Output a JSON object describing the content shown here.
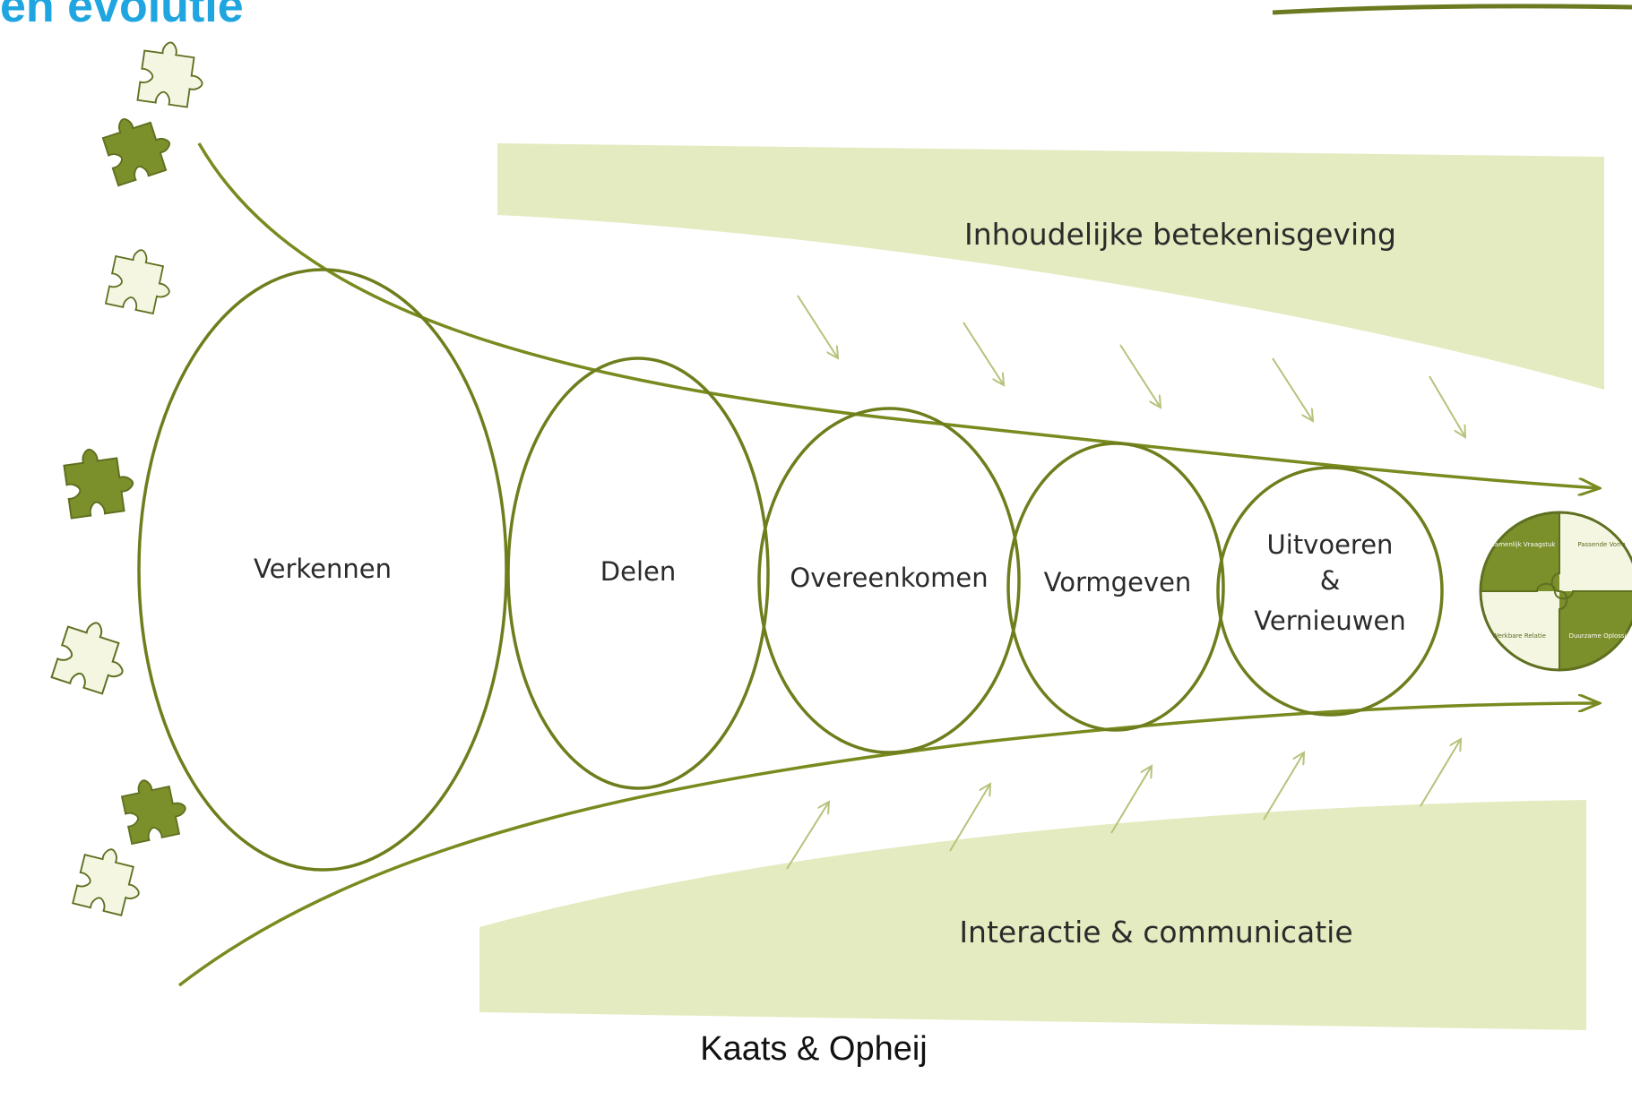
{
  "title": "en evolutie",
  "stages": [
    {
      "lines": [
        "Verkennen"
      ]
    },
    {
      "lines": [
        "Delen"
      ]
    },
    {
      "lines": [
        "Overeenkomen"
      ]
    },
    {
      "lines": [
        "Vormgeven"
      ]
    },
    {
      "lines": [
        "Uitvoeren",
        "&",
        "Vernieuwen"
      ]
    }
  ],
  "bands": {
    "top": "Inhoudelijke betekenisgeving",
    "bottom": "Interactie & communicatie"
  },
  "final_puzzle_labels": [
    "Gezamenlijk Vraagstuk",
    "Passende Vorm",
    "Werkbare Relatie",
    "Duurzame Oplossing"
  ],
  "credit": "Kaats & Opheij",
  "colors": {
    "line": "#7a8a1f",
    "band": "#e4ebc0",
    "piece_dark": "#7b8f2b",
    "piece_light": "#f4f6e2",
    "title": "#1fa5e0"
  }
}
